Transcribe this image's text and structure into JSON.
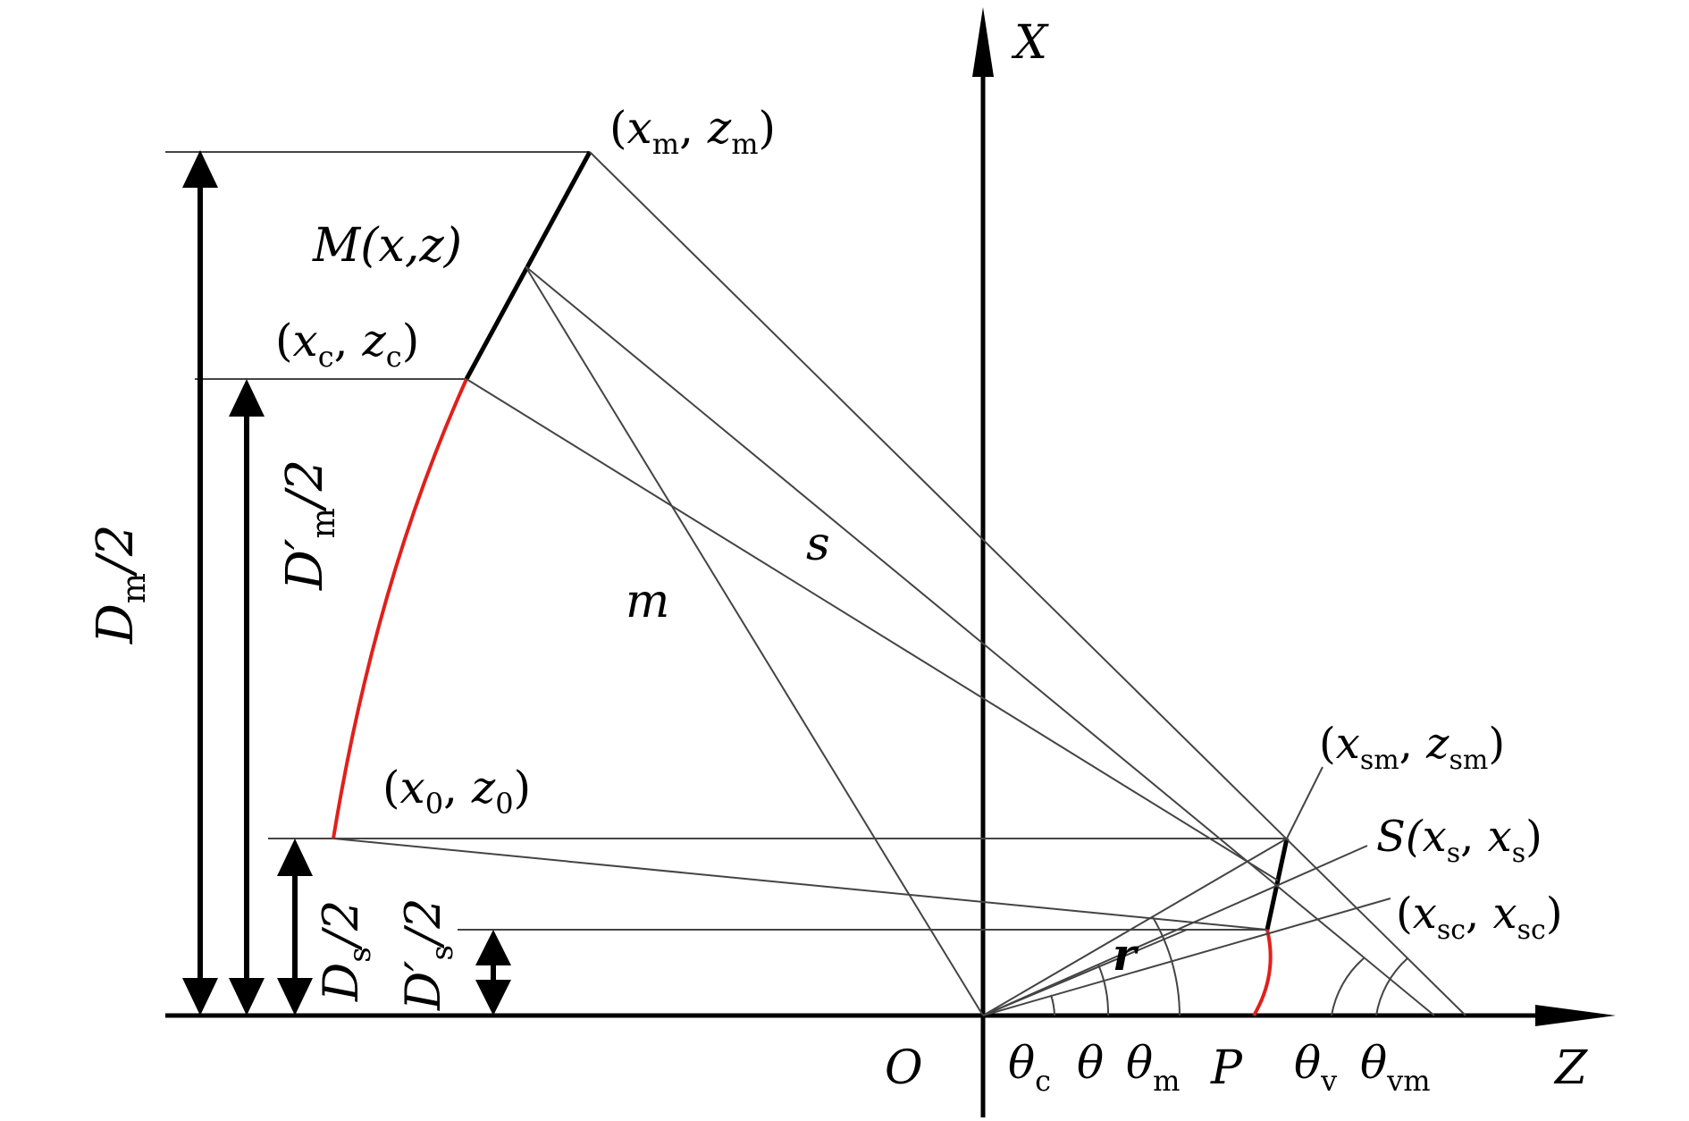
{
  "axes": {
    "x_axis_label": "X",
    "z_axis_label": "Z",
    "origin_label": "O"
  },
  "points": {
    "xm_zm": {
      "pre": "(",
      "a": "x",
      "a_sub": "m",
      "sep": ", ",
      "b": "z",
      "b_sub": "m",
      "post": ")"
    },
    "M_xz": {
      "text": "M(x,z)"
    },
    "xc_zc": {
      "pre": "(",
      "a": "x",
      "a_sub": "c",
      "sep": ", ",
      "b": "z",
      "b_sub": "c",
      "post": ")"
    },
    "x0_z0": {
      "pre": "(",
      "a": "x",
      "a_sub": "0",
      "sep": ", ",
      "b": "z",
      "b_sub": "0",
      "post": ")"
    },
    "xsm_zsm": {
      "pre": "(",
      "a": "x",
      "a_sub": "sm",
      "sep": ", ",
      "b": "z",
      "b_sub": "sm",
      "post": ")"
    },
    "S_xs": {
      "pre": "S(",
      "a": "x",
      "a_sub": "s",
      "sep": ", ",
      "b": "x",
      "b_sub": "s",
      "post": ")"
    },
    "xsc_xsc": {
      "pre": "(",
      "a": "x",
      "a_sub": "sc",
      "sep": ", ",
      "b": "x",
      "b_sub": "sc",
      "post": ")"
    },
    "P": {
      "text": "P"
    }
  },
  "segments": {
    "s": "s",
    "m": "m",
    "r": "r"
  },
  "angles": {
    "theta_c": {
      "sym": "θ",
      "sub": "c"
    },
    "theta": {
      "sym": "θ",
      "sub": ""
    },
    "theta_m": {
      "sym": "θ",
      "sub": "m"
    },
    "theta_v": {
      "sym": "θ",
      "sub": "v"
    },
    "theta_vm": {
      "sym": "θ",
      "sub": "vm"
    }
  },
  "dimensions": {
    "Dm_half": {
      "base": "D",
      "sub": "m",
      "tail": "/2"
    },
    "Dpm_half": {
      "base": "D′",
      "sub": "m",
      "tail": "/2"
    },
    "Ds_half": {
      "base": "D",
      "sub": "s",
      "tail": "/2"
    },
    "Dps_half": {
      "base": "D′",
      "sub": "s",
      "tail": "/2"
    }
  },
  "colors": {
    "line": "#000000",
    "thin_line": "#444444",
    "curve": "#e0201b"
  }
}
